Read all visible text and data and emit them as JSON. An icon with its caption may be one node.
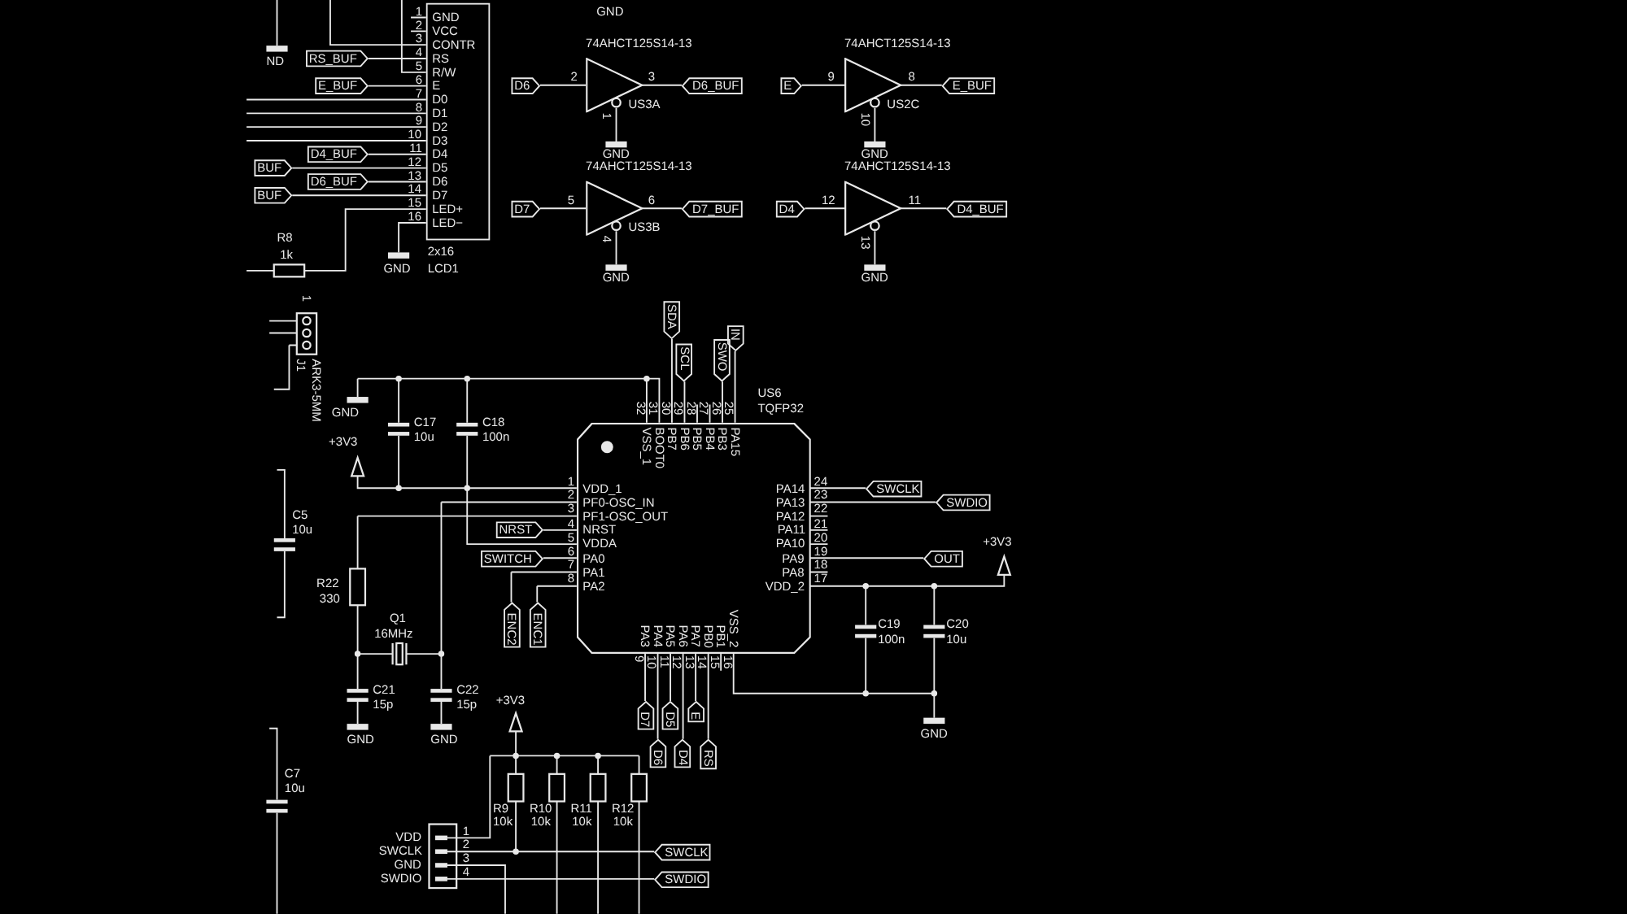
{
  "diagram": {
    "nodes": [
      {
        "text": [
          "GND",
          "VCC",
          "CONTR",
          "RS",
          "R/W",
          "E",
          "D0",
          "D1",
          "D2",
          "D3",
          "D4",
          "D5",
          "D6",
          "D7",
          "LED+",
          "LED−"
        ],
        "beside": [
          "2x16",
          "LCD1"
        ]
      },
      {
        "text": [],
        "shape": "triangle",
        "beside": [
          "74AHCT125S14-13",
          "US3A"
        ]
      },
      {
        "text": [],
        "shape": "triangle",
        "beside": [
          "74AHCT125S14-13",
          "US2C"
        ]
      },
      {
        "text": [],
        "shape": "triangle",
        "beside": [
          "74AHCT125S14-13",
          "US3B"
        ]
      },
      {
        "text": [],
        "shape": "triangle",
        "beside": [
          "74AHCT125S14-13"
        ]
      },
      {
        "text": [
          "VDD_1",
          "PF0-OSC_IN",
          "PF1-OSC_OUT",
          "NRST",
          "VDDA",
          "PA0",
          "PA1",
          "PA2",
          "PA14",
          "PA13",
          "PA12",
          "PA11",
          "PA10",
          "PA9",
          "PA8",
          "VDD_2",
          "VSS_1",
          "BOOT0",
          "PB7",
          "PB6",
          "PB5",
          "PB4",
          "PB3",
          "PA15",
          "PA3",
          "PA4",
          "PA5",
          "PA6",
          "PA7",
          "PB0",
          "PB1",
          "VSS_2"
        ],
        "beside": [
          "US6",
          "TQFP32"
        ]
      }
    ],
    "labels": [
      "1",
      "2",
      "3",
      "4",
      "5",
      "6",
      "7",
      "8",
      "9",
      "10",
      "11",
      "12",
      "13",
      "14",
      "15",
      "16",
      "ND",
      "RS_BUF",
      "E_BUF",
      "D4_BUF",
      "BUF",
      "D6_BUF",
      "BUF",
      "R8",
      "1k",
      "GND",
      "GND",
      "D6",
      "2",
      "3",
      "D6_BUF",
      "1",
      "GND",
      "E",
      "9",
      "8",
      "E_BUF",
      "10",
      "GND",
      "D7",
      "5",
      "6",
      "D7_BUF",
      "4",
      "GND",
      "D4",
      "12",
      "11",
      "D4_BUF",
      "13",
      "GND",
      "1",
      "J1",
      "ARK3-5MM",
      "GND",
      "+3V3",
      "C17",
      "10u",
      "C18",
      "100n",
      "C5",
      "10u",
      "C7",
      "10u",
      "SDA",
      "SCL",
      "SWO",
      "IN",
      "32",
      "31",
      "30",
      "29",
      "28",
      "27",
      "26",
      "25",
      "1",
      "2",
      "3",
      "4",
      "5",
      "6",
      "7",
      "8",
      "NRST",
      "SWITCH",
      "ENC2",
      "ENC1",
      "24",
      "23",
      "22",
      "21",
      "20",
      "19",
      "18",
      "17",
      "SWCLK",
      "SWDIO",
      "OUT",
      "+3V3",
      "C19",
      "100n",
      "C20",
      "10u",
      "GND",
      "9",
      "10",
      "11",
      "12",
      "13",
      "14",
      "15",
      "16",
      "D7",
      "D5",
      "E",
      "D6",
      "D4",
      "RS",
      "R22",
      "330",
      "Q1",
      "16MHz",
      "C21",
      "15p",
      "C22",
      "15p",
      "GND",
      "GND",
      "+3V3",
      "R9",
      "10k",
      "R10",
      "10k",
      "R11",
      "10k",
      "R12",
      "10k",
      "VDD",
      "SWCLK",
      "GND",
      "SWDIO",
      "1",
      "2",
      "3",
      "4",
      "SWCLK",
      "SWDIO"
    ]
  }
}
